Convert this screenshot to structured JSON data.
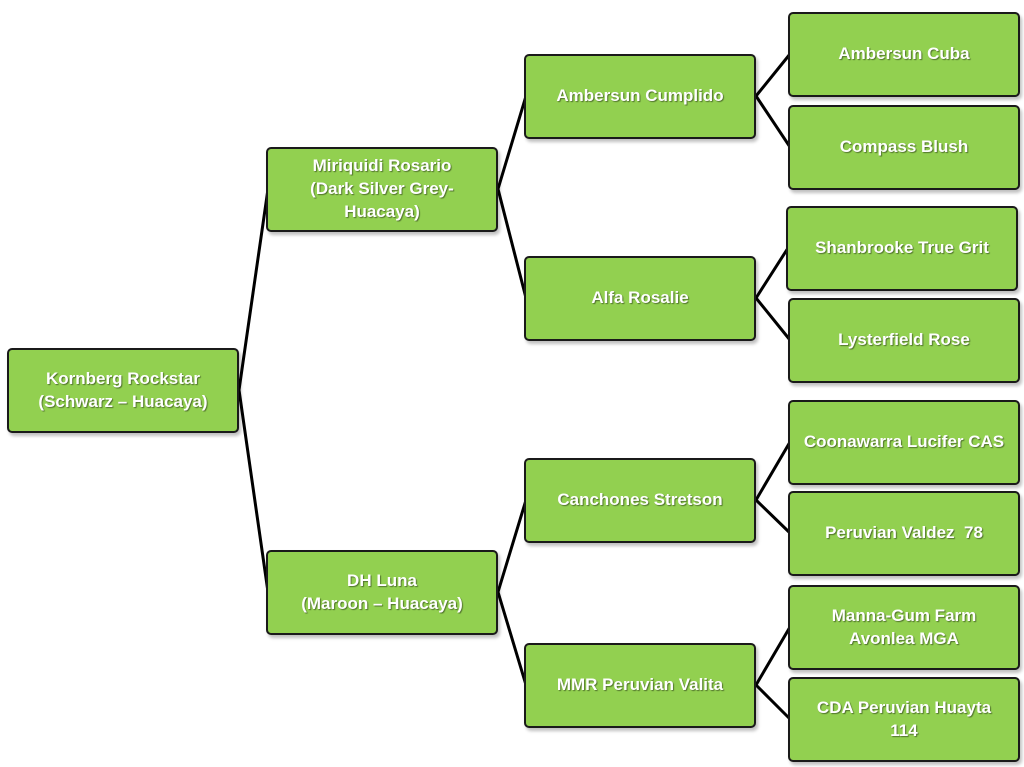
{
  "tree": {
    "root": {
      "lines": [
        "Kornberg Rockstar",
        "(Schwarz – Huacaya)"
      ]
    },
    "sire": {
      "lines": [
        "Miriquidi Rosario",
        "(Dark Silver Grey-",
        "Huacaya)"
      ]
    },
    "dam": {
      "lines": [
        "DH Luna",
        "(Maroon – Huacaya)"
      ]
    },
    "sire_sire": {
      "lines": [
        "Ambersun Cumplido"
      ]
    },
    "sire_dam": {
      "lines": [
        "Alfa Rosalie"
      ]
    },
    "dam_sire": {
      "lines": [
        "Canchones Stretson"
      ]
    },
    "dam_dam": {
      "lines": [
        "MMR Peruvian Valita"
      ]
    },
    "sire_sire_sire": {
      "lines": [
        "Ambersun Cuba"
      ]
    },
    "sire_sire_dam": {
      "lines": [
        "Compass Blush"
      ]
    },
    "sire_dam_sire": {
      "lines": [
        "Shanbrooke True Grit"
      ]
    },
    "sire_dam_dam": {
      "lines": [
        "Lysterfield Rose"
      ]
    },
    "dam_sire_sire": {
      "lines": [
        "Coonawarra Lucifer CAS"
      ]
    },
    "dam_sire_dam": {
      "lines": [
        "Peruvian Valdez  78"
      ]
    },
    "dam_dam_sire": {
      "lines": [
        "Manna-Gum Farm",
        "Avonlea MGA"
      ]
    },
    "dam_dam_dam": {
      "lines": [
        "CDA Peruvian Huayta",
        "114"
      ]
    }
  },
  "colors": {
    "node_fill": "#92d050",
    "node_border": "#1a1a1a",
    "node_text": "#ffffff",
    "connector": "#000000"
  }
}
